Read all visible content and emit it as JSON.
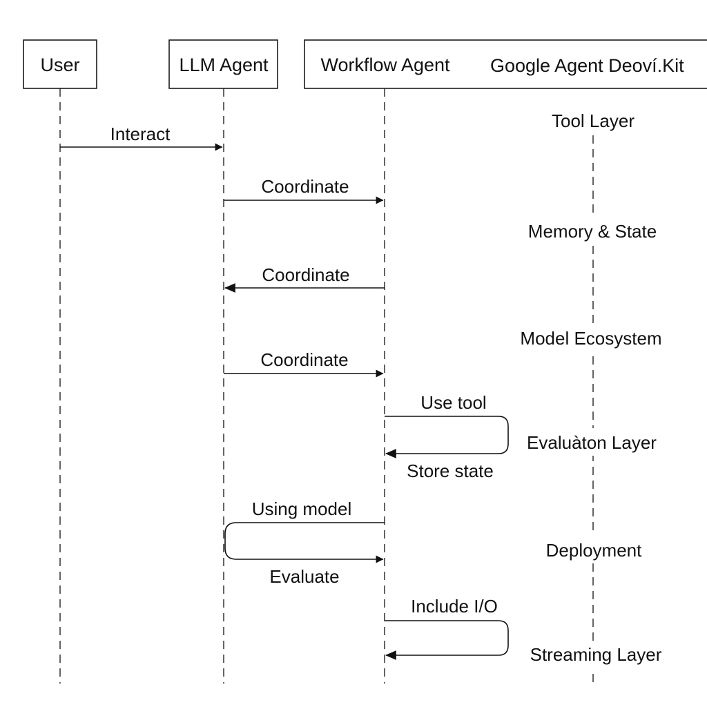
{
  "participants": {
    "user": "User",
    "llm_agent": "LLM Agent",
    "workflow_agent": "Workflow Agent",
    "kit": "Google Agent Deoví.Kit"
  },
  "layers": {
    "tool": "Tool Layer",
    "memory": "Memory & State",
    "model": "Model Ecosystem",
    "evaluation": "Evaluàton Layer",
    "deployment": "Deployment",
    "streaming": "Streaming Layer"
  },
  "messages": {
    "interact": "Interact",
    "coordinate_1": "Coordinate",
    "coordinate_2": "Coordinate",
    "coordinate_3": "Coordinate",
    "use_tool": "Use tool",
    "store_state": "Store state",
    "using_model": "Using model",
    "evaluate": "Evaluate",
    "include_io": "Include I/O"
  },
  "colors": {
    "line": "#111111",
    "background": "#ffffff"
  }
}
